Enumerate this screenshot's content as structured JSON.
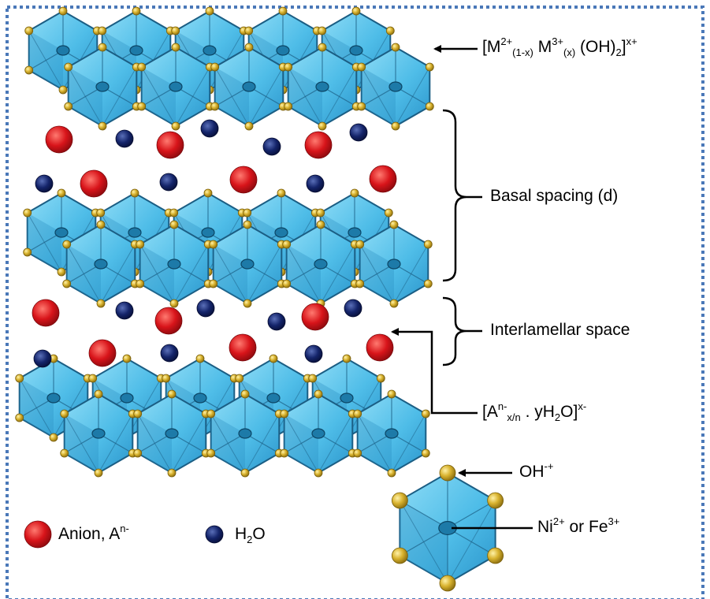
{
  "colors": {
    "frame": "#4a78b8",
    "octa_face": "#55c3ea",
    "octa_dark": "#2a8fc4",
    "octa_edge": "#1b5e84",
    "oh_node": "#d9b430",
    "anion": "#d8141a",
    "water": "#10205e",
    "arrow": "#000000"
  },
  "labels": {
    "layer_formula": {
      "open": "[M",
      "m2_charge": "2+",
      "m2_sub": "(1-x)",
      "m3": " M",
      "m3_charge": "3+",
      "m3_sub": "(x)",
      "oh": " (OH)",
      "oh_sub": "2",
      "close": "]",
      "close_charge": "x+"
    },
    "basal_spacing": "Basal spacing (d)",
    "interlamellar_space": "Interlamellar space",
    "interlayer_formula": {
      "open": "[A",
      "a_charge": "n-",
      "a_sub": "x/n",
      "mid": " . yH",
      "h_sub": "2",
      "tail": "O]",
      "charge": "x-"
    },
    "oh_label": {
      "text": "OH",
      "charge": "-+"
    },
    "metal_label": {
      "ni": "Ni",
      "ni_charge": "2+",
      "or": " or Fe",
      "fe_charge": "3+"
    }
  },
  "legend": {
    "anion": {
      "text": "Anion, A",
      "charge": "n-"
    },
    "water": {
      "h": "H",
      "sub": "2",
      "o": "O"
    }
  }
}
